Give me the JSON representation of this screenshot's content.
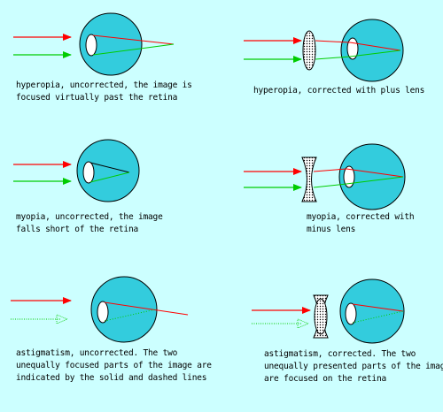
{
  "colors": {
    "background": "#ccffff",
    "eye": "#33ccdd",
    "lens": "#ffffff",
    "ray_top": "#ff0000",
    "ray_bottom": "#00cc00",
    "outline": "#000000"
  },
  "panels": [
    {
      "id": "hyperopia-uncorrected",
      "caption": [
        "hyperopia, uncorrected, the image is",
        "focused virtually past the retina"
      ]
    },
    {
      "id": "hyperopia-corrected",
      "caption": [
        "hyperopia, corrected with plus lens"
      ]
    },
    {
      "id": "myopia-uncorrected",
      "caption": [
        "myopia, uncorrected, the image",
        "falls short of the retina"
      ]
    },
    {
      "id": "myopia-corrected",
      "caption": [
        "myopia, corrected with",
        "minus lens"
      ]
    },
    {
      "id": "astigmatism-uncorrected",
      "caption": [
        "astigmatism, uncorrected. The two",
        "unequally focused parts of the image are",
        "indicated by the solid and dashed lines"
      ]
    },
    {
      "id": "astigmatism-corrected",
      "caption": [
        "astigmatism, corrected. The two",
        "unequally presented parts of the image",
        "are focused on the retina"
      ]
    }
  ]
}
